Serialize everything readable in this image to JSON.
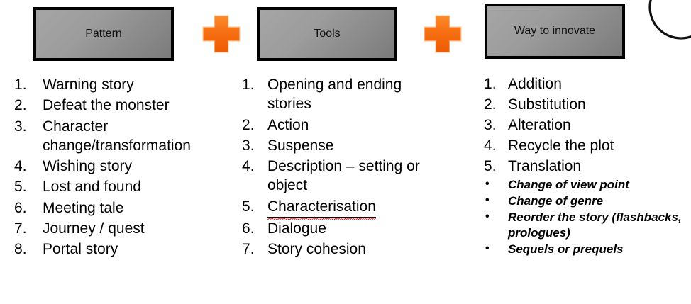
{
  "slide": {
    "headers": [
      {
        "label": "Pattern"
      },
      {
        "label": "Tools"
      },
      {
        "label": "Way to innovate"
      }
    ],
    "connector_icon": "plus-icon",
    "connector_color": "#F4650A",
    "box_fill_color": "#8E8E8E",
    "box_border_color": "#000000",
    "columns": [
      {
        "name": "pattern",
        "items": [
          "Warning story",
          "Defeat the monster",
          "Character change/transformation",
          "Wishing story",
          "Lost and found",
          "Meeting tale",
          "Journey / quest",
          "Portal story"
        ]
      },
      {
        "name": "tools",
        "items": [
          "Opening and ending stories",
          "Action",
          "Suspense",
          "Description – setting or object",
          "Characterisation",
          "Dialogue",
          "Story cohesion"
        ],
        "misspelled_item_index": 4,
        "misspelled_color": "#E8262A"
      },
      {
        "name": "way-to-innovate",
        "items": [
          "Addition",
          "Substitution",
          "Alteration",
          "Recycle the plot",
          "Translation"
        ],
        "sub_items": [
          "Change of view point",
          "Change of genre",
          "Reorder the story (flashbacks, prologues)",
          "Sequels or prequels"
        ]
      }
    ],
    "corner_mark": "circular-stamp-arc"
  }
}
